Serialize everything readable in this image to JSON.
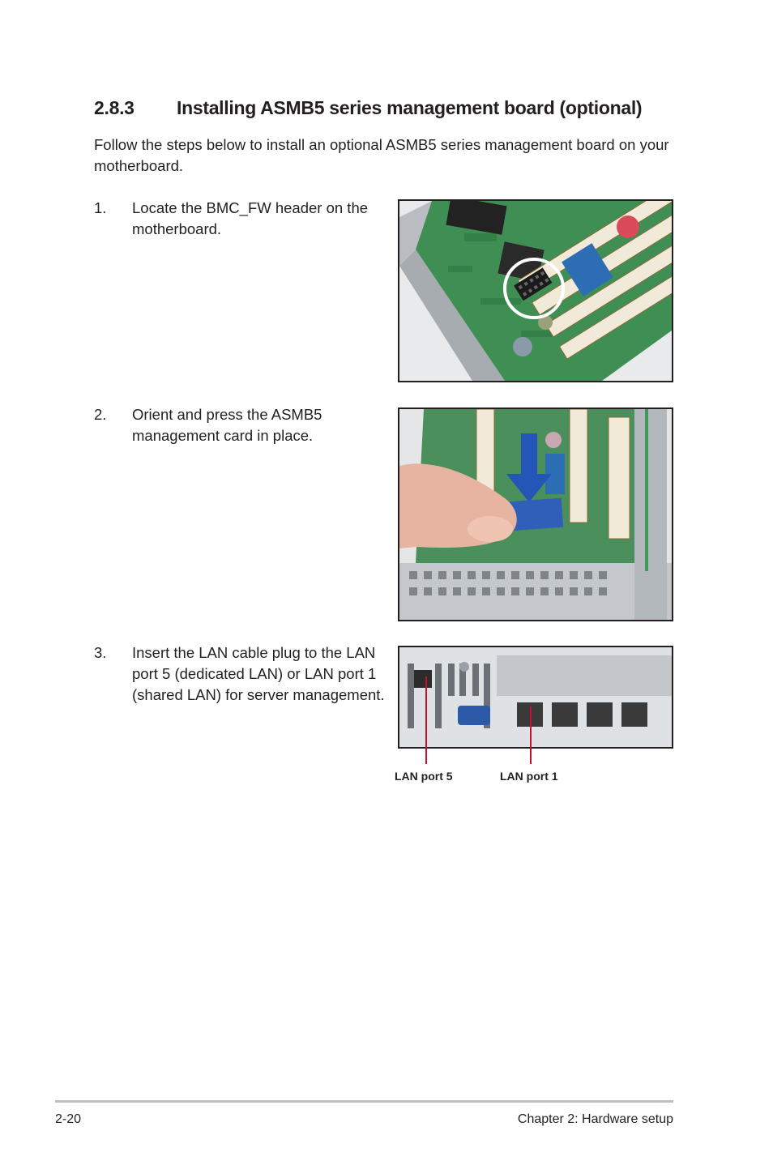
{
  "section": {
    "number": "2.8.3",
    "title": "Installing ASMB5 series management board (optional)"
  },
  "intro": "Follow the steps below to install an optional ASMB5 series management board on your motherboard.",
  "steps": [
    {
      "num": "1.",
      "text": "Locate the BMC_FW header on the motherboard."
    },
    {
      "num": "2.",
      "text": "Orient and press the ASMB5 management card in place."
    },
    {
      "num": "3.",
      "text": "Insert the LAN cable plug to the LAN port 5 (dedicated LAN) or LAN port 1 (shared LAN) for server management."
    }
  ],
  "callouts": {
    "lan5": "LAN port 5",
    "lan1": "LAN port 1"
  },
  "colors": {
    "text": "#231f20",
    "pcb_green": "#3f8f55",
    "callout_red": "#c8102e",
    "card_blue": "#2f5fb8",
    "rule": "#bfbfbf"
  },
  "footer": {
    "page": "2-20",
    "chapter": "Chapter 2:  Hardware setup"
  }
}
